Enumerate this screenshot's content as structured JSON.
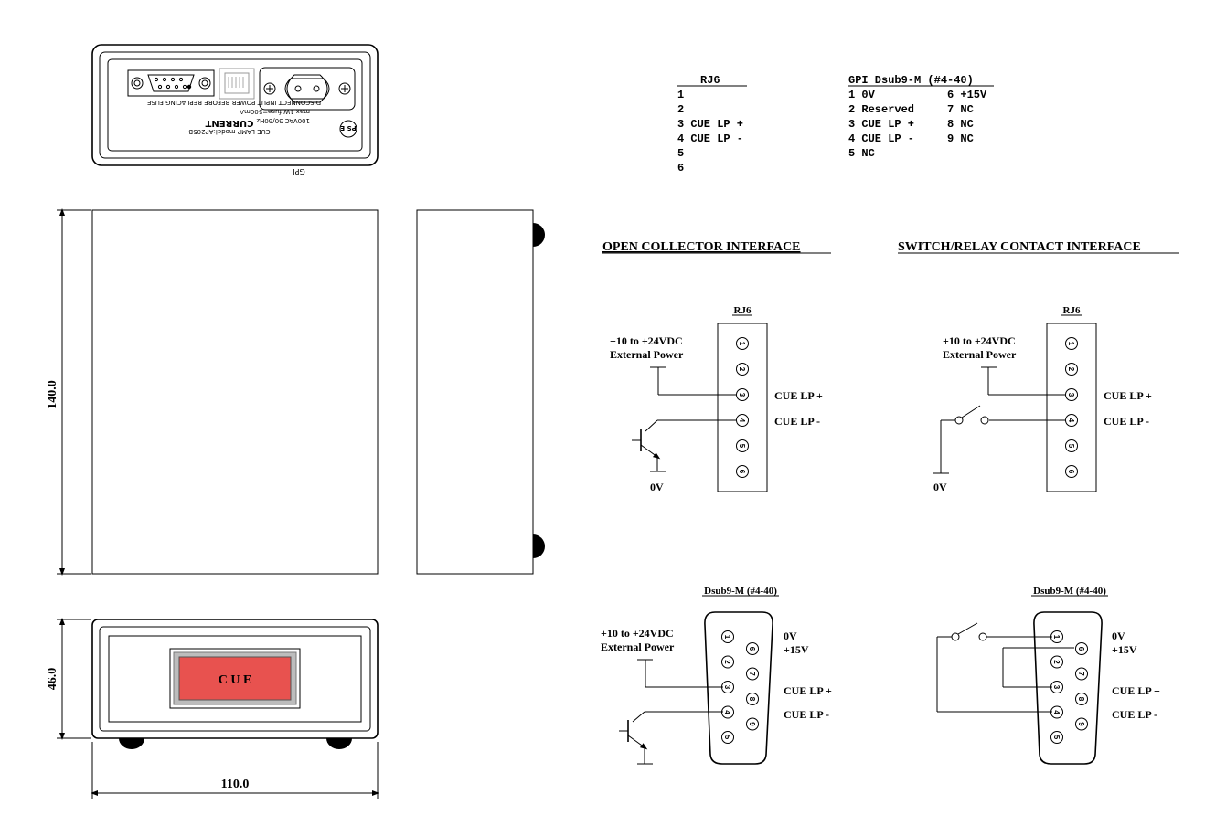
{
  "rear_panel": {
    "fuse_warning": "DISCONNECT INPUT POWER BEFORE REPLACING FUSE",
    "power_rating": "100VAC 50/60Hz",
    "fuse_rating": "max 1W fuse=500mA",
    "brand": "CURRENT",
    "model": "CUE LAMP model:AP205B",
    "gpi_label": "GPI",
    "ps_badge": "PS E"
  },
  "dimensions": {
    "height": "140.0",
    "depth": "46.0",
    "width": "110.0"
  },
  "front_button_label": "C U E",
  "rj6_table": {
    "title": "RJ6",
    "rows": [
      "1",
      "2",
      "3 CUE LP +",
      "4 CUE LP -",
      "5",
      "6"
    ]
  },
  "gpi_table": {
    "title": "GPI Dsub9-M (#4-40)",
    "col1": [
      "1 0V",
      "2 Reserved",
      "3 CUE LP +",
      "4 CUE LP -",
      "5 NC"
    ],
    "col2": [
      "6 +15V",
      "7 NC",
      "8 NC",
      "9 NC"
    ]
  },
  "open_collector": {
    "title": "OPEN COLLECTOR INTERFACE",
    "rj6_label": "RJ6",
    "dsub_label": "Dsub9-M (#4-40)",
    "power_line1": "+10 to +24VDC",
    "power_line2": "External Power",
    "ground": "0V",
    "cue_plus": "CUE LP +",
    "cue_minus": "CUE LP -",
    "zero_v": "0V",
    "plus15": "+15V"
  },
  "switch_relay": {
    "title": "SWITCH/RELAY CONTACT INTERFACE",
    "rj6_label": "RJ6",
    "dsub_label": "Dsub9-M (#4-40)",
    "power_line1": "+10 to +24VDC",
    "power_line2": "External Power",
    "ground": "0V",
    "cue_plus": "CUE LP +",
    "cue_minus": "CUE LP -",
    "zero_v": "0V",
    "plus15": "+15V"
  },
  "pins": {
    "rj6": [
      "1",
      "2",
      "3",
      "4",
      "5",
      "6"
    ],
    "dsub_top": [
      "1",
      "2",
      "3",
      "4",
      "5"
    ],
    "dsub_bottom": [
      "6",
      "7",
      "8",
      "9"
    ]
  }
}
